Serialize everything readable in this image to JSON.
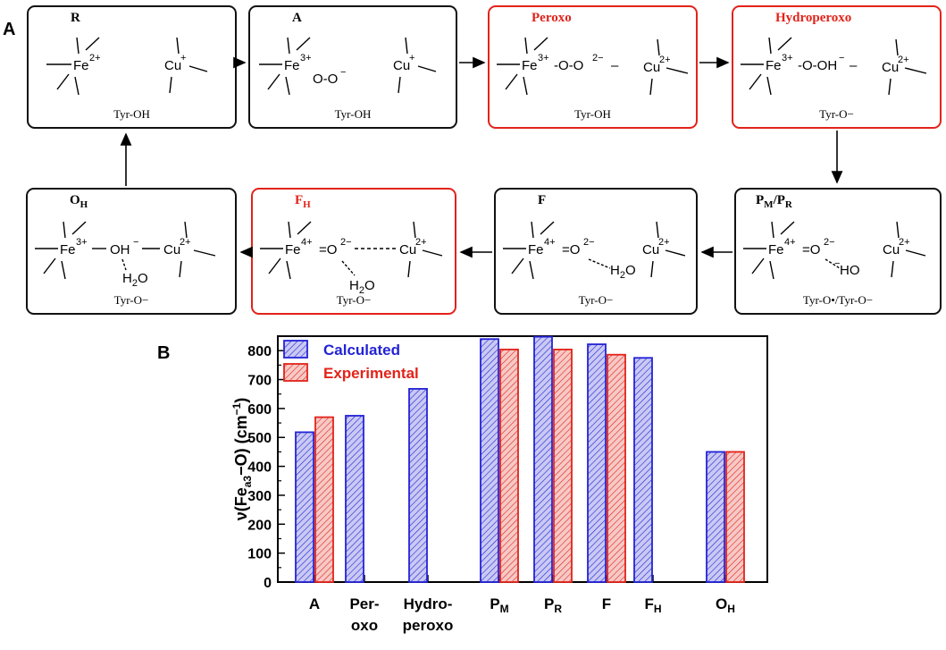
{
  "panel_a": {
    "label": "A",
    "boxes": [
      {
        "id": "R",
        "title": "R",
        "title_sub": "",
        "footer": "Tyr-OH",
        "red": false
      },
      {
        "id": "A",
        "title": "A",
        "title_sub": "",
        "footer": "Tyr-OH",
        "red": false
      },
      {
        "id": "Peroxo",
        "title": "Peroxo",
        "title_sub": "",
        "footer": "Tyr-OH",
        "red": true
      },
      {
        "id": "Hydroperoxo",
        "title": "Hydroperoxo",
        "title_sub": "",
        "footer": "Tyr-O−",
        "red": true
      },
      {
        "id": "PM_PR",
        "title": "P",
        "title_sub": "M",
        "title_mid": "/P",
        "title_sub2": "R",
        "footer": "Tyr-O•/Tyr-O−",
        "red": false
      },
      {
        "id": "F",
        "title": "F",
        "title_sub": "",
        "footer": "Tyr-O−",
        "red": false
      },
      {
        "id": "FH",
        "title": "F",
        "title_sub": "H",
        "footer": "Tyr-O−",
        "red": true
      },
      {
        "id": "OH",
        "title": "O",
        "title_sub": "H",
        "footer": "Tyr-O−",
        "red": false
      }
    ],
    "species": {
      "fe": "Fe",
      "cu": "Cu",
      "fe2": "2+",
      "fe3": "3+",
      "fe4": "4+",
      "cu1": "+",
      "cu2": "2+",
      "superoxo": "O-O",
      "peroxo_link": "-O-O",
      "peroxo_charge": "2−",
      "hydroperoxo_link": "-O-OH",
      "minus": "−",
      "oxo": "=O",
      "h2o": "H",
      "h2o_tail": "O",
      "two": "2",
      "ho": "HO",
      "oh": "OH"
    }
  },
  "panel_b": {
    "label": "B"
  },
  "chart_data": {
    "type": "bar",
    "categories": [
      "A",
      "Per-oxo",
      "Hydro-peroxo",
      "PM",
      "PR",
      "F",
      "FH",
      "OH"
    ],
    "category_lines": [
      [
        "A"
      ],
      [
        "Per-",
        "oxo"
      ],
      [
        "Hydro-",
        "peroxo"
      ],
      [
        "P",
        "M"
      ],
      [
        "P",
        "R"
      ],
      [
        "F"
      ],
      [
        "F",
        "H"
      ],
      [
        "O",
        "H"
      ]
    ],
    "series": [
      {
        "name": "Calculated",
        "color": "#2323d6",
        "values": [
          518,
          575,
          668,
          840,
          848,
          822,
          775,
          450
        ]
      },
      {
        "name": "Experimental",
        "color": "#e2231a",
        "values": [
          570,
          null,
          null,
          804,
          804,
          786,
          null,
          450
        ]
      }
    ],
    "ylabel_parts": [
      "ν(Fe",
      "a3",
      "−O) (cm",
      "−1",
      ")"
    ],
    "ylim": [
      0,
      850
    ],
    "yticks": [
      0,
      100,
      200,
      300,
      400,
      500,
      600,
      700,
      800
    ],
    "legend": "top-left",
    "grid": false
  }
}
